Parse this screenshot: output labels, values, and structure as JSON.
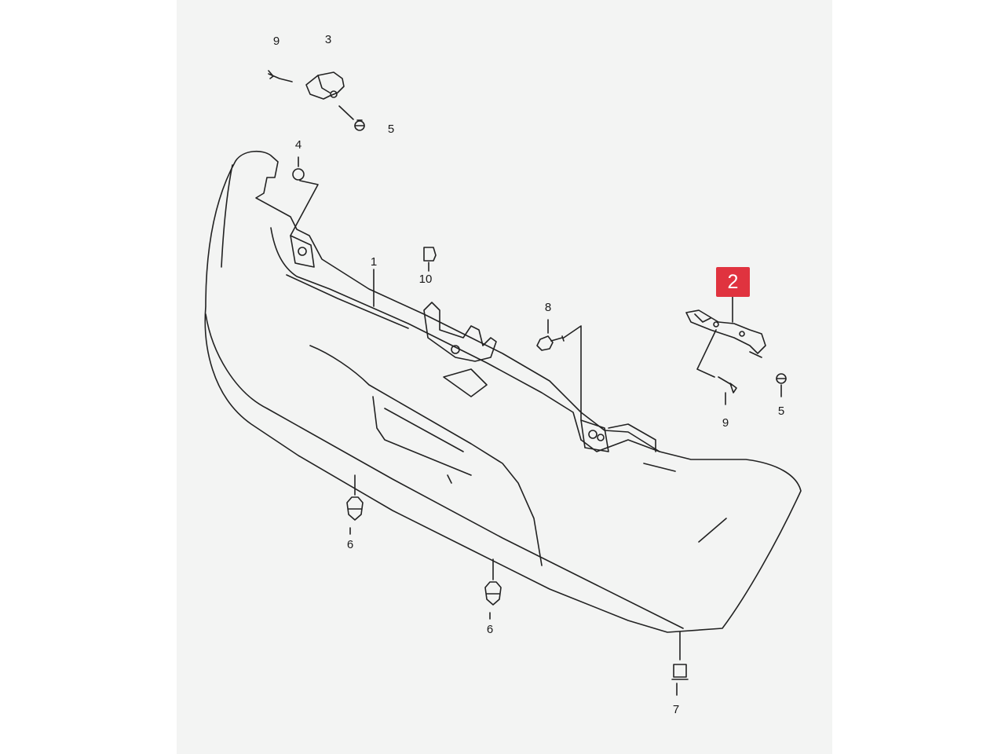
{
  "diagram": {
    "highlight_color": "#e0333f",
    "line_color": "#222222",
    "paper_color": "#f3f4f3",
    "callouts": {
      "c1": "1",
      "c2": "2",
      "c3": "3",
      "c4": "4",
      "c5a": "5",
      "c5b": "5",
      "c6a": "6",
      "c6b": "6",
      "c7": "7",
      "c8": "8",
      "c9a": "9",
      "c9b": "9",
      "c10": "10"
    }
  }
}
